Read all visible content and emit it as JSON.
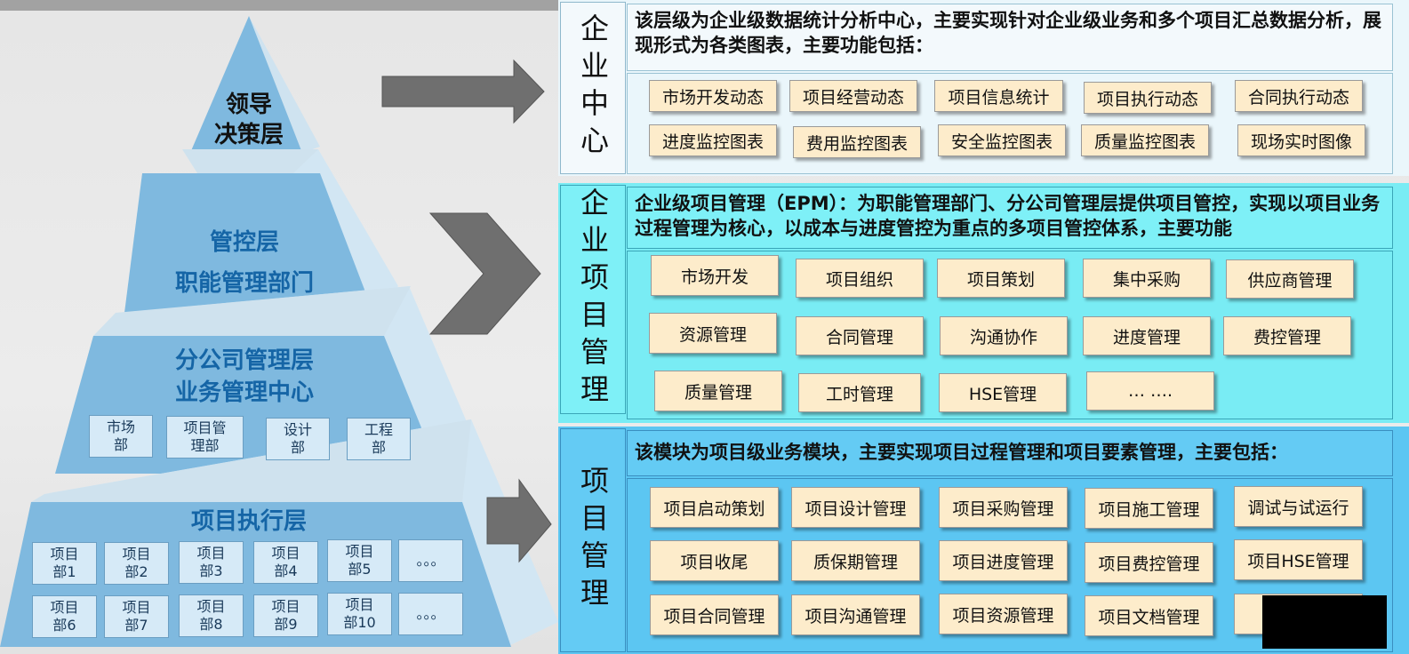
{
  "pyramid": {
    "top": {
      "line1": "领导",
      "line2": "决策层"
    },
    "control": {
      "line1": "管控层",
      "line2": "职能管理部门"
    },
    "branch": {
      "line1": "分公司管理层",
      "line2": "业务管理中心",
      "units": [
        "市场\n部",
        "项目管\n理部",
        "设计\n部",
        "工程\n部"
      ]
    },
    "exec": {
      "title": "项目执行层",
      "row1": [
        "项目\n部1",
        "项目\n部2",
        "项目\n部3",
        "项目\n部4",
        "项目\n部5",
        "。。。"
      ],
      "row2": [
        "项目\n部6",
        "项目\n部7",
        "项目\n部8",
        "项目\n部9",
        "项目\n部10",
        "。。。"
      ]
    }
  },
  "sections": {
    "enterprise_center": {
      "label": "企业中心",
      "description": "该层级为企业级数据统计分析中心，主要实现针对企业级业务和多个项目汇总数据分析，展现形式为各类图表，主要功能包括：",
      "items": [
        "市场开发动态",
        "项目经营动态",
        "项目信息统计",
        "项目执行动态",
        "合同执行动态",
        "进度监控图表",
        "费用监控图表",
        "安全监控图表",
        "质量监控图表",
        "现场实时图像"
      ]
    },
    "epm": {
      "label": "企业项目管理",
      "description": "企业级项目管理（EPM）：为职能管理部门、分公司管理层提供项目管控，实现以项目业务过程管理为核心，以成本与进度管控为重点的多项目管控体系，主要功能",
      "items": [
        "市场开发",
        "项目组织",
        "项目策划",
        "集中采购",
        "供应商管理",
        "资源管理",
        "合同管理",
        "沟通协作",
        "进度管理",
        "费控管理",
        "质量管理",
        "工时管理",
        "HSE管理",
        "… …."
      ]
    },
    "project": {
      "label": "项目管理",
      "description": "该模块为项目级业务模块，主要实现项目过程管理和项目要素管理，主要包括：",
      "items": [
        "项目启动策划",
        "项目设计管理",
        "项目采购管理",
        "项目施工管理",
        "调试与试运行",
        "项目收尾",
        "质保期管理",
        "项目进度管理",
        "项目费控管理",
        "项目HSE管理",
        "项目合同管理",
        "项目沟通管理",
        "项目资源管理",
        "项目文档管理",
        ""
      ]
    }
  }
}
